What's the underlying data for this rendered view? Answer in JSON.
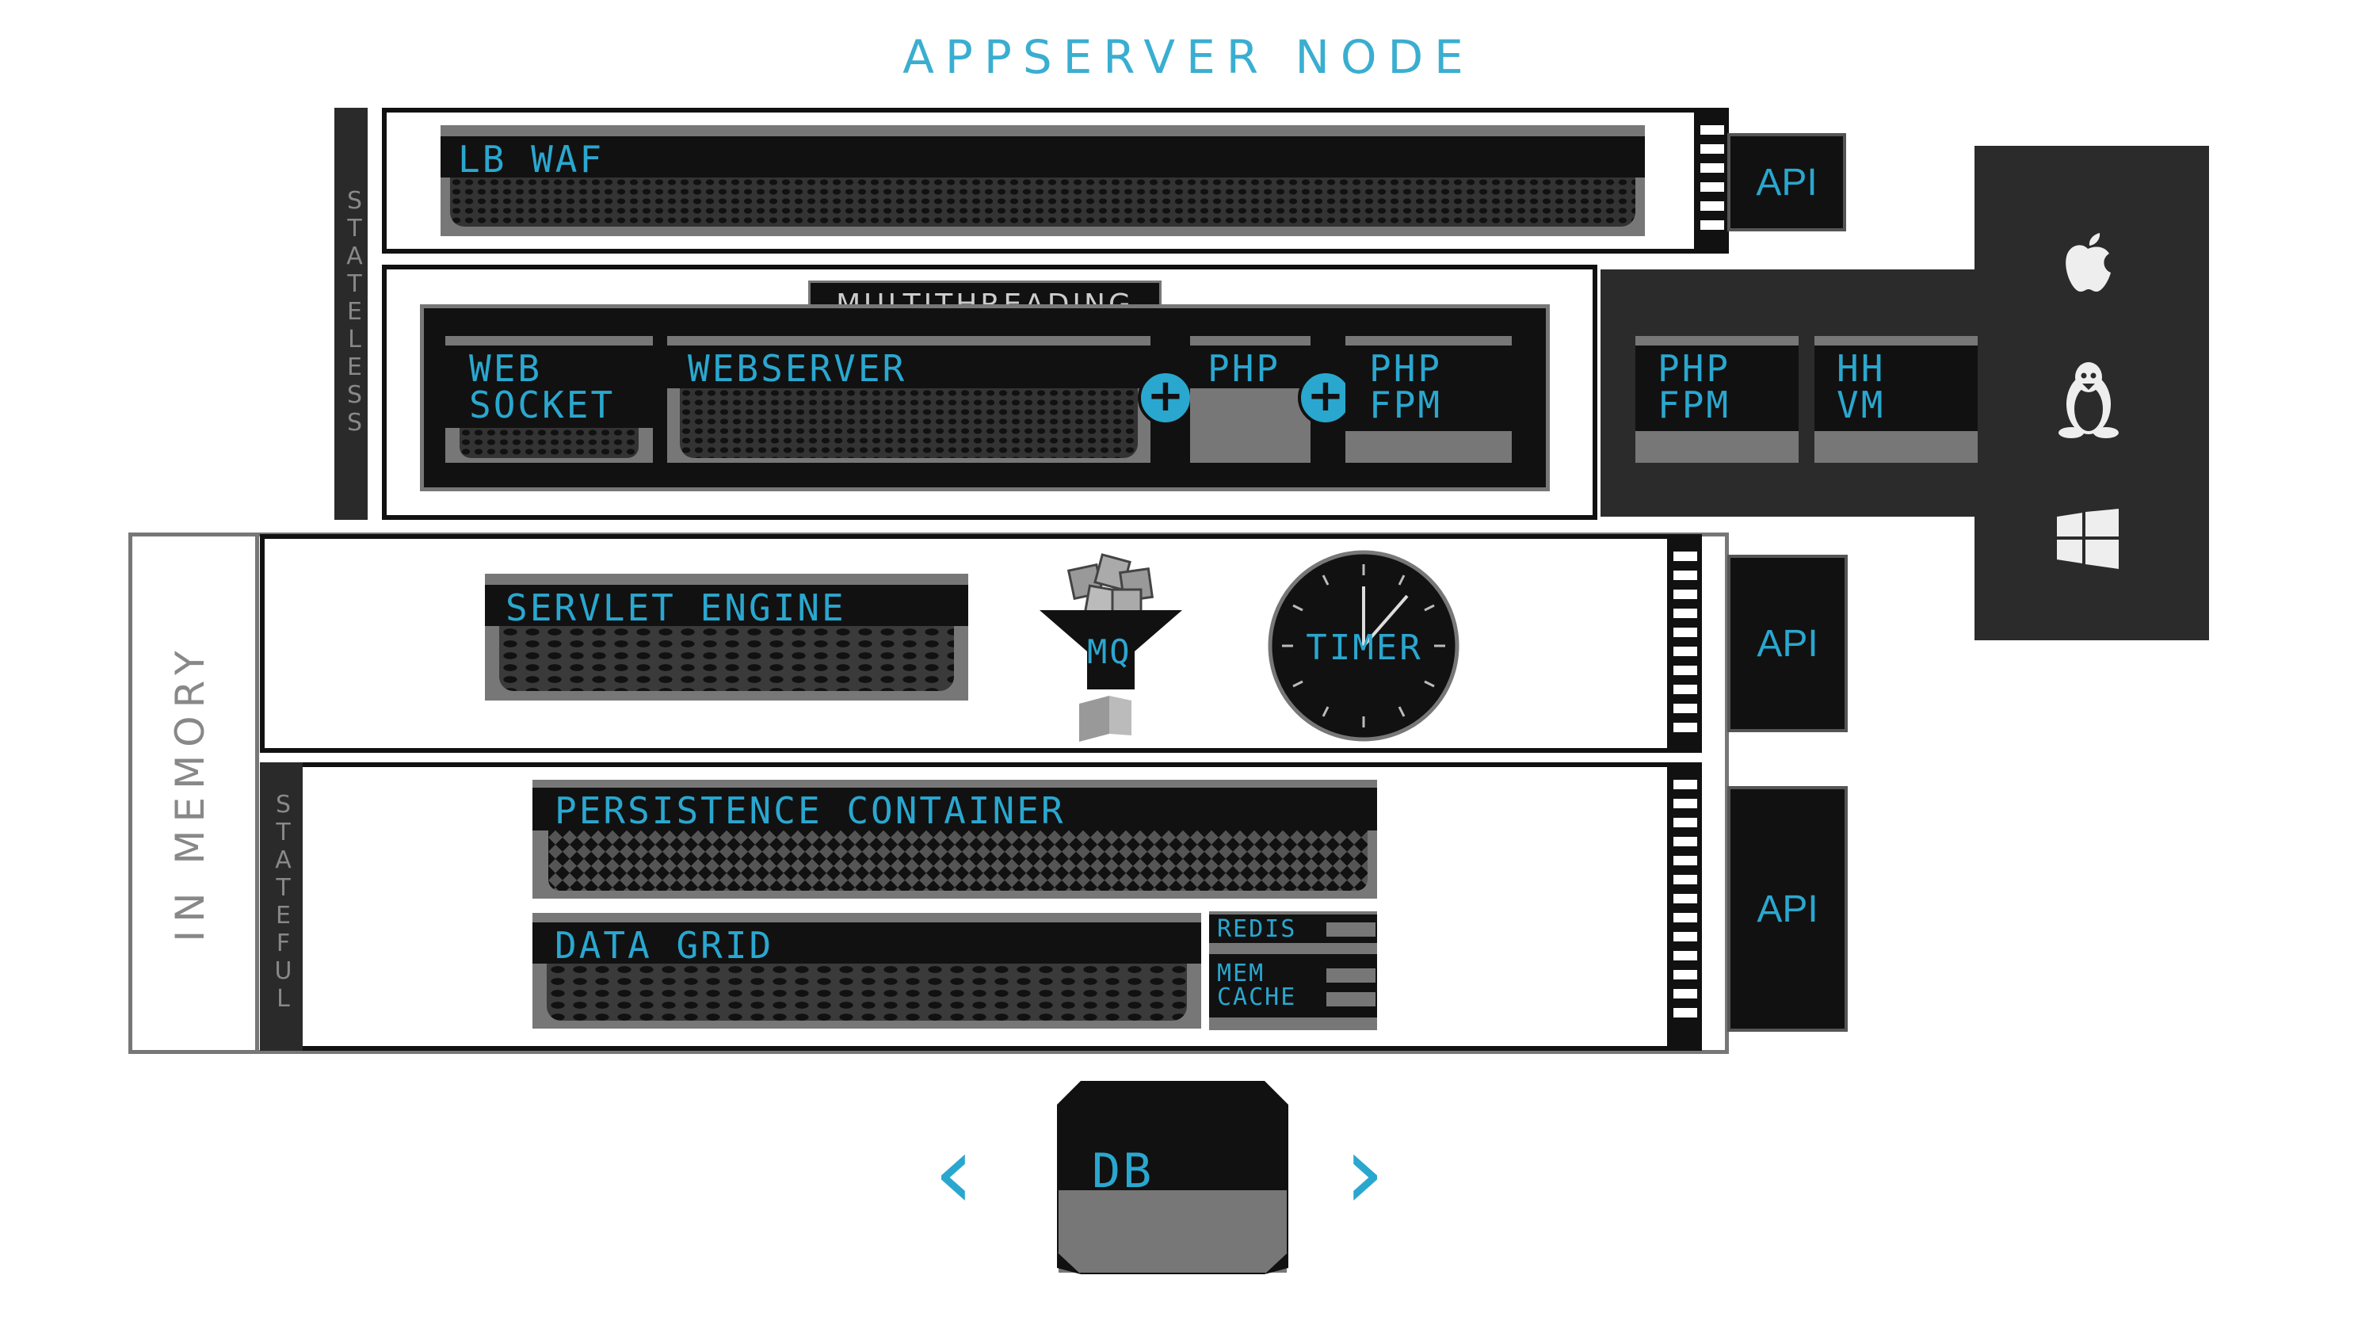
{
  "title": "APPSERVER NODE",
  "side_labels": {
    "stateless": "STATELESS",
    "in_memory": "IN MEMORY",
    "stateful": "STATEFUL"
  },
  "components": {
    "lb_waf": "LB WAF",
    "multithreading": "MULTITHREADING",
    "web_socket": "WEB\nSOCKET",
    "webserver": "WEBSERVER",
    "php": "PHP",
    "php_fpm": "PHP\nFPM",
    "php_fpm_right": "PHP\nFPM",
    "hhvm": "HH\nVM",
    "servlet_engine": "SERVLET ENGINE",
    "mq": "MQ",
    "timer": "TIMER",
    "persistence_container": "PERSISTENCE CONTAINER",
    "data_grid": "DATA GRID",
    "redis": "REDIS",
    "memcache": "MEM\nCACHE",
    "db": "DB"
  },
  "api_labels": [
    "API",
    "API",
    "API"
  ],
  "plus_symbols": [
    "+",
    "+"
  ],
  "os_icons": [
    "apple-icon",
    "linux-icon",
    "windows-icon"
  ],
  "nav": {
    "prev": "‹",
    "next": "›"
  },
  "colors": {
    "accent": "#2aa7cf",
    "dark": "#111111",
    "panel": "#2b2b2b",
    "gray": "#777777"
  }
}
